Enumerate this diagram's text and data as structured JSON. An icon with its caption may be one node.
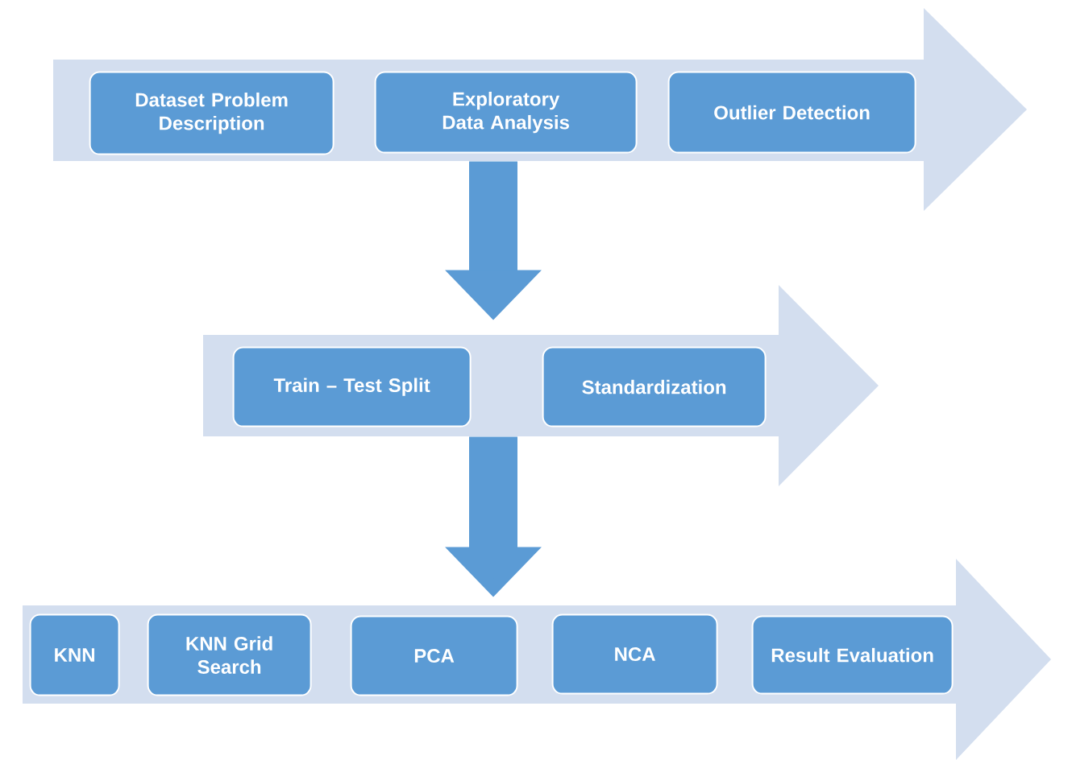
{
  "diagram": {
    "nodes": [
      {
        "text": [],
        "shape": "arrow"
      },
      {
        "text": [
          "Dataset Problem Description"
        ],
        "in": 0
      },
      {
        "text": [
          "Exploratory Data Analysis"
        ],
        "in": 0
      },
      {
        "text": [
          "Outlier Detection"
        ],
        "in": 0
      },
      {
        "text": [],
        "shape": "arrow"
      },
      {
        "text": [
          "Train – Test Split"
        ],
        "in": 4
      },
      {
        "text": [
          "Standardization"
        ],
        "in": 4
      },
      {
        "text": [],
        "shape": "arrow"
      },
      {
        "text": [
          "KNN"
        ],
        "in": 7
      },
      {
        "text": [
          "KNN Grid Search"
        ],
        "in": 7
      },
      {
        "text": [
          "PCA"
        ],
        "in": 7
      },
      {
        "text": [
          "NCA"
        ],
        "in": 7
      },
      {
        "text": [
          "Result Evaluation"
        ],
        "in": 7
      }
    ],
    "edges": [
      {
        "from": 0,
        "to": 4,
        "arrow": "to"
      },
      {
        "from": 4,
        "to": 7,
        "arrow": "to"
      }
    ]
  }
}
